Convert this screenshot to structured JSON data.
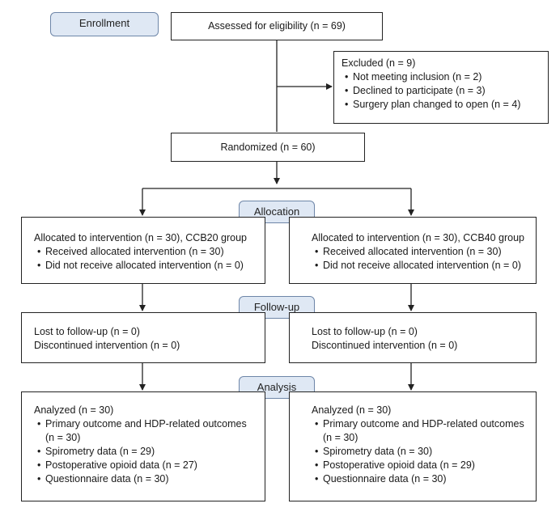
{
  "stages": {
    "enrollment": "Enrollment",
    "allocation": "Allocation",
    "follow_up": "Follow-up",
    "analysis": "Analysis"
  },
  "assessed": "Assessed for eligibility (n = 69)",
  "excluded": {
    "title": "Excluded (n = 9)",
    "items": [
      "Not meeting inclusion (n = 2)",
      "Declined to participate (n = 3)",
      "Surgery plan changed to open (n = 4)"
    ]
  },
  "randomized": "Randomized (n = 60)",
  "arms": [
    {
      "allocation": {
        "title": "Allocated to intervention (n = 30), CCB20 group",
        "items": [
          "Received allocated intervention (n = 30)",
          "Did not receive allocated intervention (n = 0)"
        ]
      },
      "follow_up": {
        "lost": "Lost to follow-up (n = 0)",
        "discontinued": "Discontinued intervention (n = 0)"
      },
      "analysis": {
        "title": "Analyzed (n = 30)",
        "primary": "Primary outcome and HDP-related outcomes",
        "primary_n": "(n = 30)",
        "items": [
          "Spirometry data (n = 29)",
          "Postoperative opioid data (n = 27)",
          "Questionnaire data (n = 30)"
        ]
      }
    },
    {
      "allocation": {
        "title": "Allocated to intervention (n = 30), CCB40 group",
        "items": [
          "Received allocated intervention (n = 30)",
          "Did not receive allocated intervention (n = 0)"
        ]
      },
      "follow_up": {
        "lost": "Lost to follow-up (n = 0)",
        "discontinued": "Discontinued intervention (n = 0)"
      },
      "analysis": {
        "title": "Analyzed (n = 30)",
        "primary": "Primary outcome and HDP-related outcomes",
        "primary_n": "(n = 30)",
        "items": [
          "Spirometry data (n = 30)",
          "Postoperative opioid data (n = 29)",
          "Questionnaire data (n = 30)"
        ]
      }
    }
  ],
  "colors": {
    "stage_fill": "#dfe8f4",
    "stage_border": "#6e86a8",
    "line": "#222222"
  }
}
